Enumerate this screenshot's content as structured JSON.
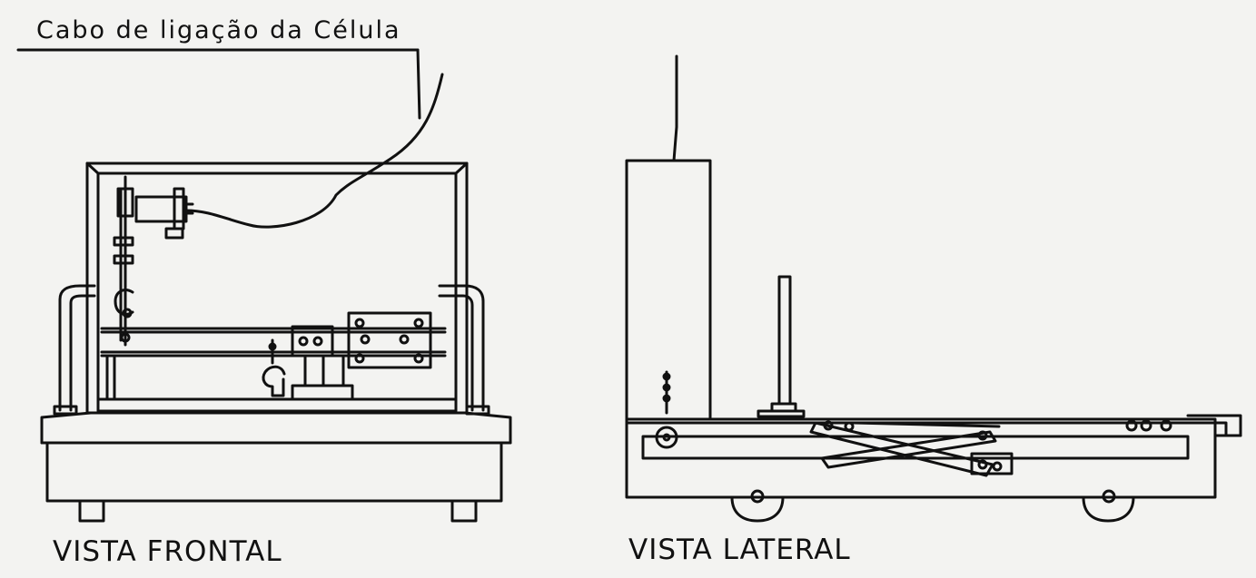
{
  "labels": {
    "cable": "Cabo de ligação da Célula",
    "front_view": "VISTA FRONTAL",
    "side_view": "VISTA LATERAL"
  },
  "colors": {
    "ink": "#111111",
    "paper": "#f3f3f1"
  }
}
